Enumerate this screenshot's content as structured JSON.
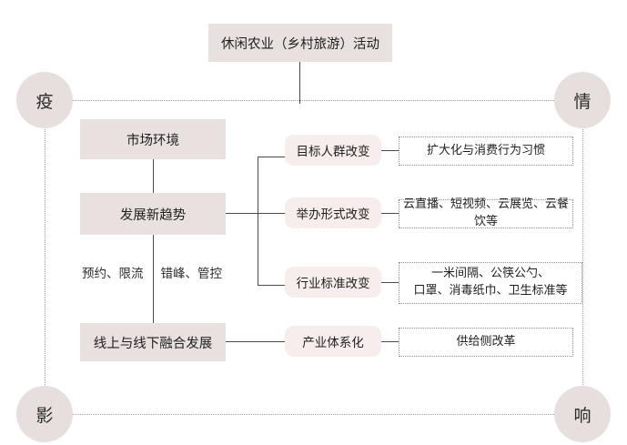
{
  "diagram": {
    "title": "休闲农业（乡村旅游）活动",
    "corners": [
      {
        "key": "top-left",
        "label": "疫"
      },
      {
        "key": "top-right",
        "label": "情"
      },
      {
        "key": "bottom-left",
        "label": "影"
      },
      {
        "key": "bottom-right",
        "label": "响"
      }
    ],
    "left_column": {
      "market": "市场环境",
      "trend": "发展新趋势",
      "measures": {
        "left": "预约、限流",
        "right": "错峰、管控"
      },
      "online": "线上与线下融合发展"
    },
    "middle_column": [
      {
        "key": "audience",
        "label": "目标人群改变"
      },
      {
        "key": "format",
        "label": "举办形式改变"
      },
      {
        "key": "standard",
        "label": "行业标准改变"
      },
      {
        "key": "industry",
        "label": "产业体系化"
      }
    ],
    "right_column": [
      {
        "key": "audience-detail",
        "line1": "扩大化与消费行为习惯",
        "line2": ""
      },
      {
        "key": "format-detail",
        "line1": "云直播、短视频、云展览、云餐饮等",
        "line2": ""
      },
      {
        "key": "standard-detail",
        "line1": "一米间隔、公筷公勺、",
        "line2": "口罩、消毒纸巾、卫生标准等"
      },
      {
        "key": "industry-detail",
        "line1": "供给侧改革",
        "line2": ""
      }
    ],
    "colors": {
      "box_fill": "#e9e0e0",
      "rounded_fill": "#f8eded",
      "circle_fill": "#e7dede",
      "line": "#4a4a4a",
      "dotted": "#8c8c8c",
      "background": "#ffffff",
      "text": "#1f1f1f"
    }
  }
}
